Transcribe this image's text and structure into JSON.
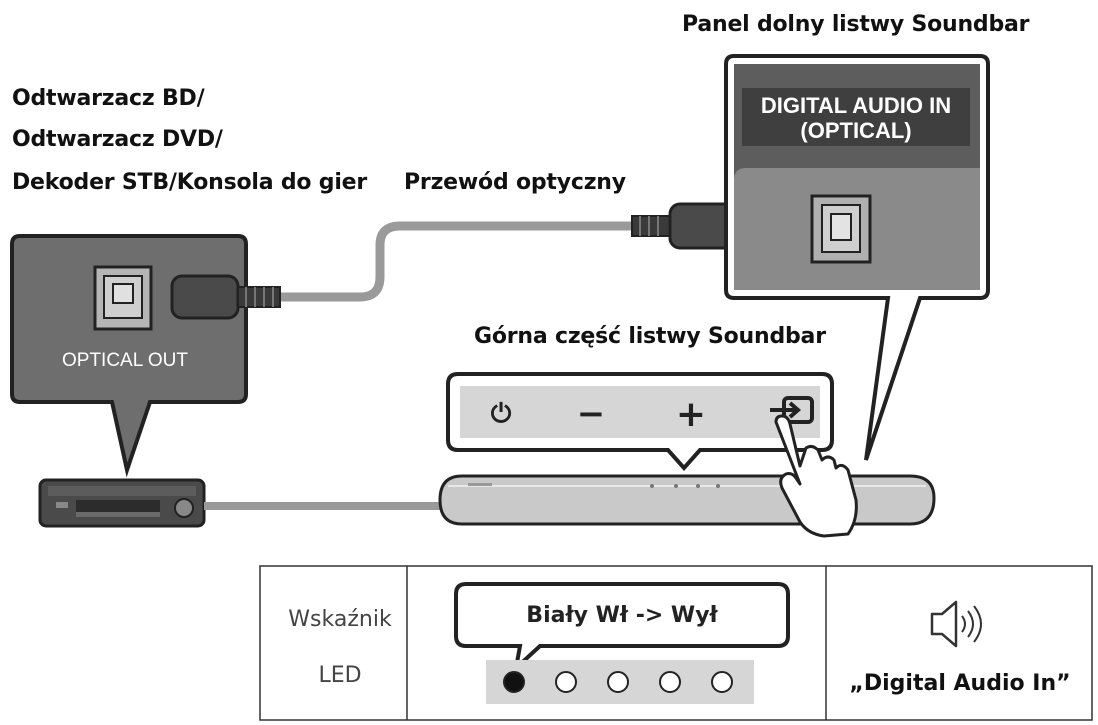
{
  "labels": {
    "source_line1": "Odtwarzacz BD/",
    "source_line2": "Odtwarzacz DVD/",
    "source_line3": "Dekoder STB/Konsola do gier",
    "cable": "Przewód optyczny",
    "panel_title": "Panel dolny listwy Soundbar",
    "top_title": "Górna część listwy Soundbar"
  },
  "ports": {
    "optical_out": "OPTICAL OUT",
    "digital_in_line1": "DIGITAL AUDIO IN",
    "digital_in_line2": "(OPTICAL)"
  },
  "buttons": {
    "power_symbol": "⏻",
    "minus_symbol": "−",
    "plus_symbol": "+"
  },
  "table": {
    "led_label_line1": "Wskaźnik",
    "led_label_line2": "LED",
    "led_state": "Biały Wł -> Wył",
    "led_count": 5,
    "led_active_index": 0,
    "voice_label": "„Digital Audio In”"
  },
  "colors": {
    "panel_gray": "#6e6e6e",
    "dark_gray": "#4a4a4a",
    "cable_gray": "#9a9a9a",
    "soundbar_gray": "#c9c9c9",
    "button_panel": "#d6d6d6"
  }
}
